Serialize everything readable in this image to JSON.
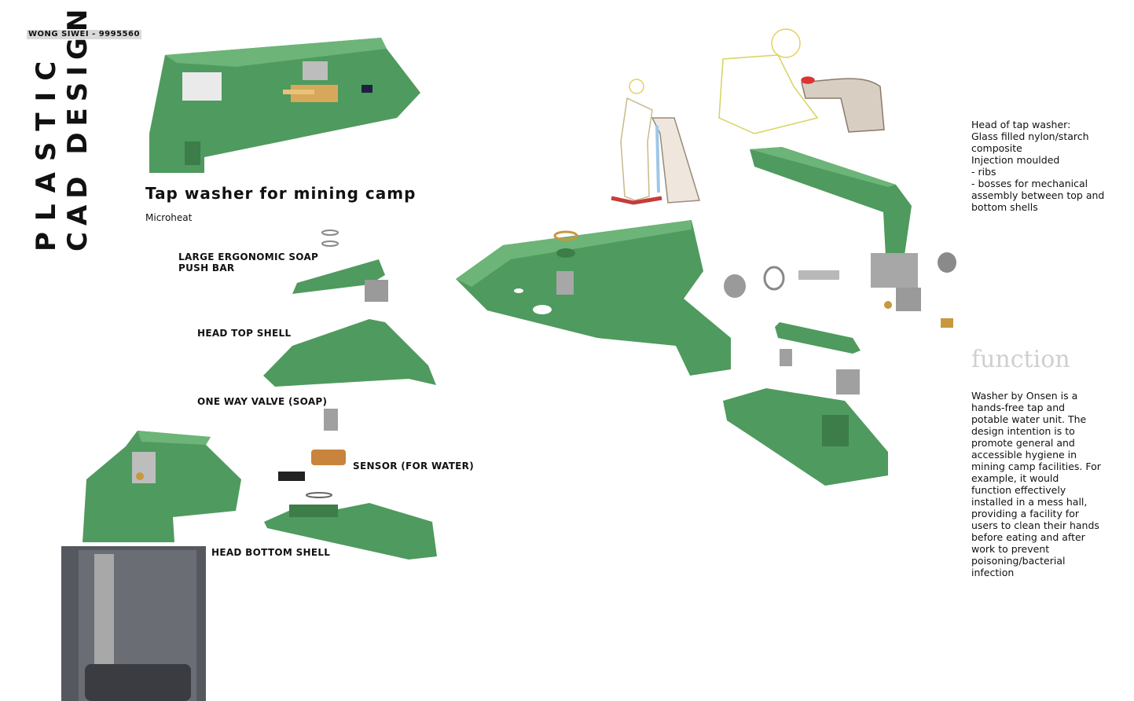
{
  "author": "WONG SIWEI - 9995560",
  "vertical_title": {
    "line1": "PLASTIC",
    "line2": "CAD DESIGN"
  },
  "title": "Tap washer for mining camp",
  "subtitle": "Microheat",
  "labels": {
    "soap_push_bar": "LARGE ERGONOMIC SOAP PUSH BAR",
    "head_top_shell": "HEAD TOP SHELL",
    "one_way_valve": "ONE WAY VALVE (SOAP)",
    "sensor": "SENSOR (FOR WATER)",
    "head_bottom_shell": "HEAD BOTTOM SHELL"
  },
  "head_description": "Head of tap washer:\nGlass filled nylon/starch composite\nInjection moulded\n- ribs\n- bosses for mechanical assembly between top and bottom shells",
  "function_heading": "function",
  "function_description": "Washer by Onsen is a hands-free tap and potable water unit. The design intention is to promote general and accessible hygiene in mining camp facilities. For example, it would function effectively installed in a mess hall, providing a facility for users to clean their hands before eating and after work to prevent poisoning/bacterial infection",
  "colors": {
    "plastic_green": "#4f9a5e",
    "dark_green": "#3c7d4a",
    "metal": "#a7a7a7",
    "brass": "#c8983e",
    "body_grey": "#55585e"
  }
}
